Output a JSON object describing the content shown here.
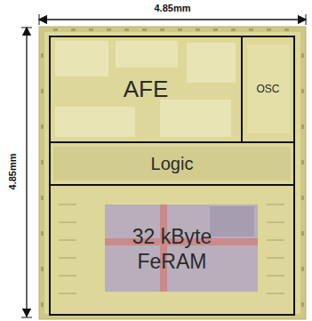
{
  "diagram": {
    "nodes": [
      {
        "text": [
          "AFE"
        ]
      },
      {
        "text": [
          "OSC"
        ]
      },
      {
        "text": [
          "Logic"
        ]
      },
      {
        "text": [
          "32 kByte FeRAM"
        ]
      }
    ],
    "labels": [
      "4.85mm",
      "4.85mm"
    ]
  }
}
